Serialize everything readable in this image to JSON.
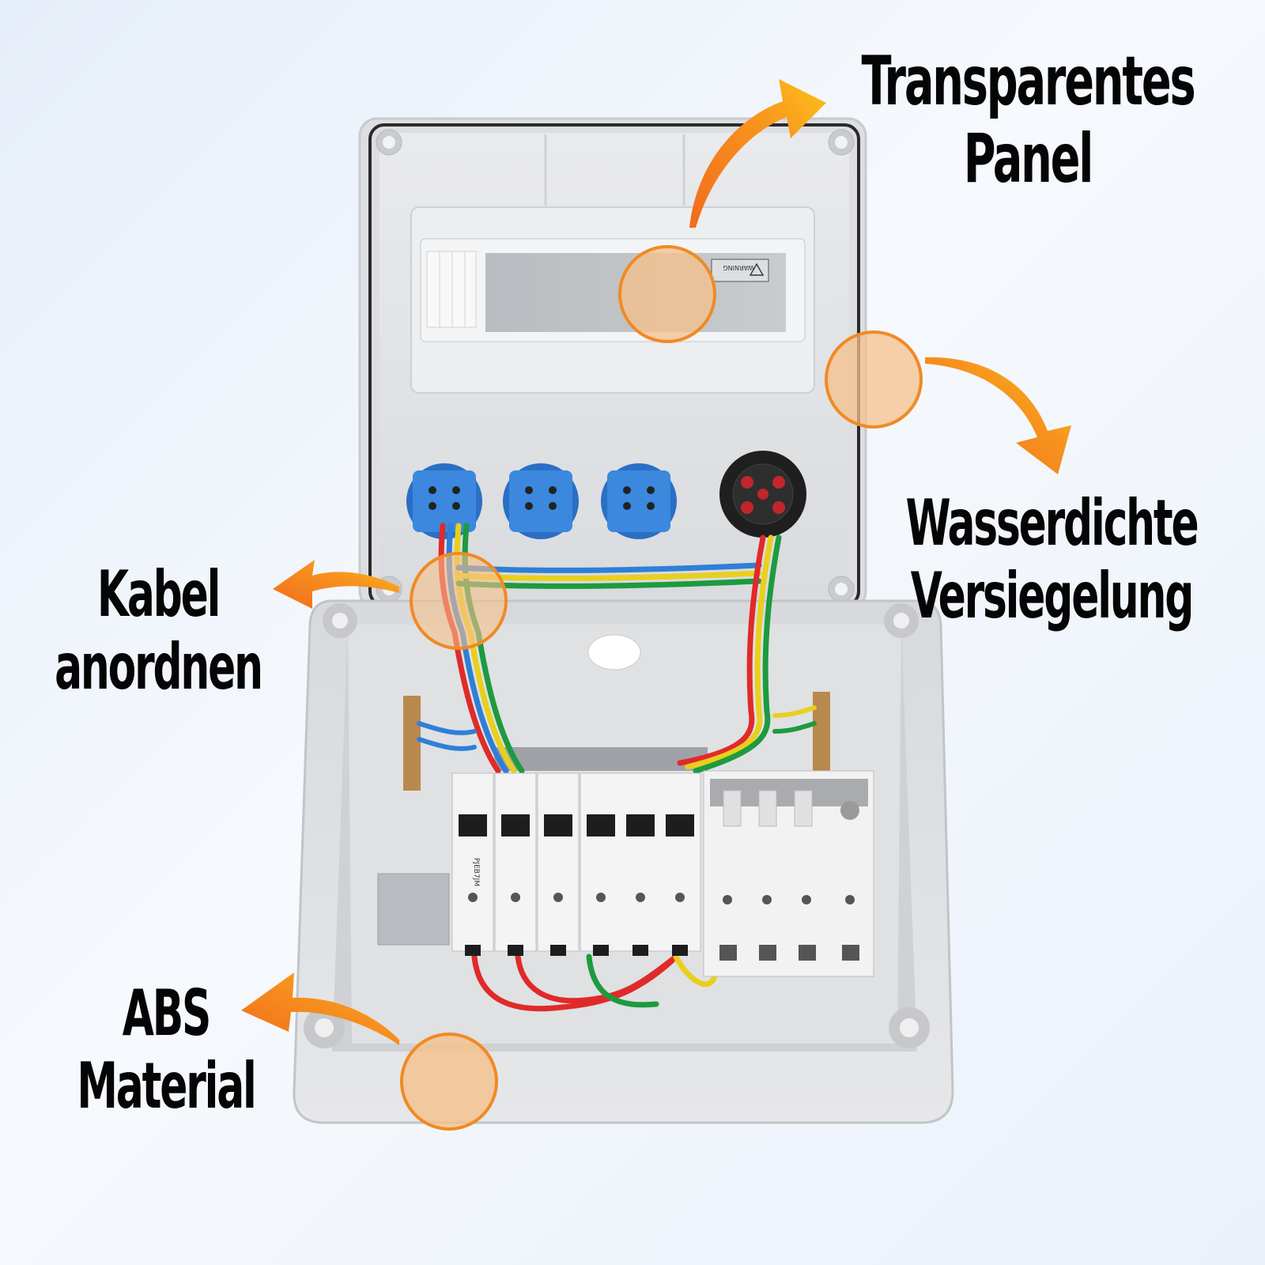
{
  "callouts": {
    "panel": {
      "line1": "Transparentes",
      "line2": "Panel"
    },
    "seal": {
      "line1": "Wasserdichte",
      "line2": "Versiegelung"
    },
    "cable": {
      "line1": "Kabel",
      "line2": "anordnen"
    },
    "abs": {
      "line1": "ABS",
      "line2": "Material"
    }
  },
  "device": {
    "warning_label": "WARNING",
    "breaker_brand": "PJEB7JM"
  },
  "colors": {
    "highlight_fill": "#f5c08a",
    "highlight_stroke": "#f08a24",
    "arrow_orange": "#f7931e",
    "arrow_yellow": "#ffc21a",
    "enclosure": "#e4e6e8",
    "socket_blue": "#2f7fd6"
  }
}
